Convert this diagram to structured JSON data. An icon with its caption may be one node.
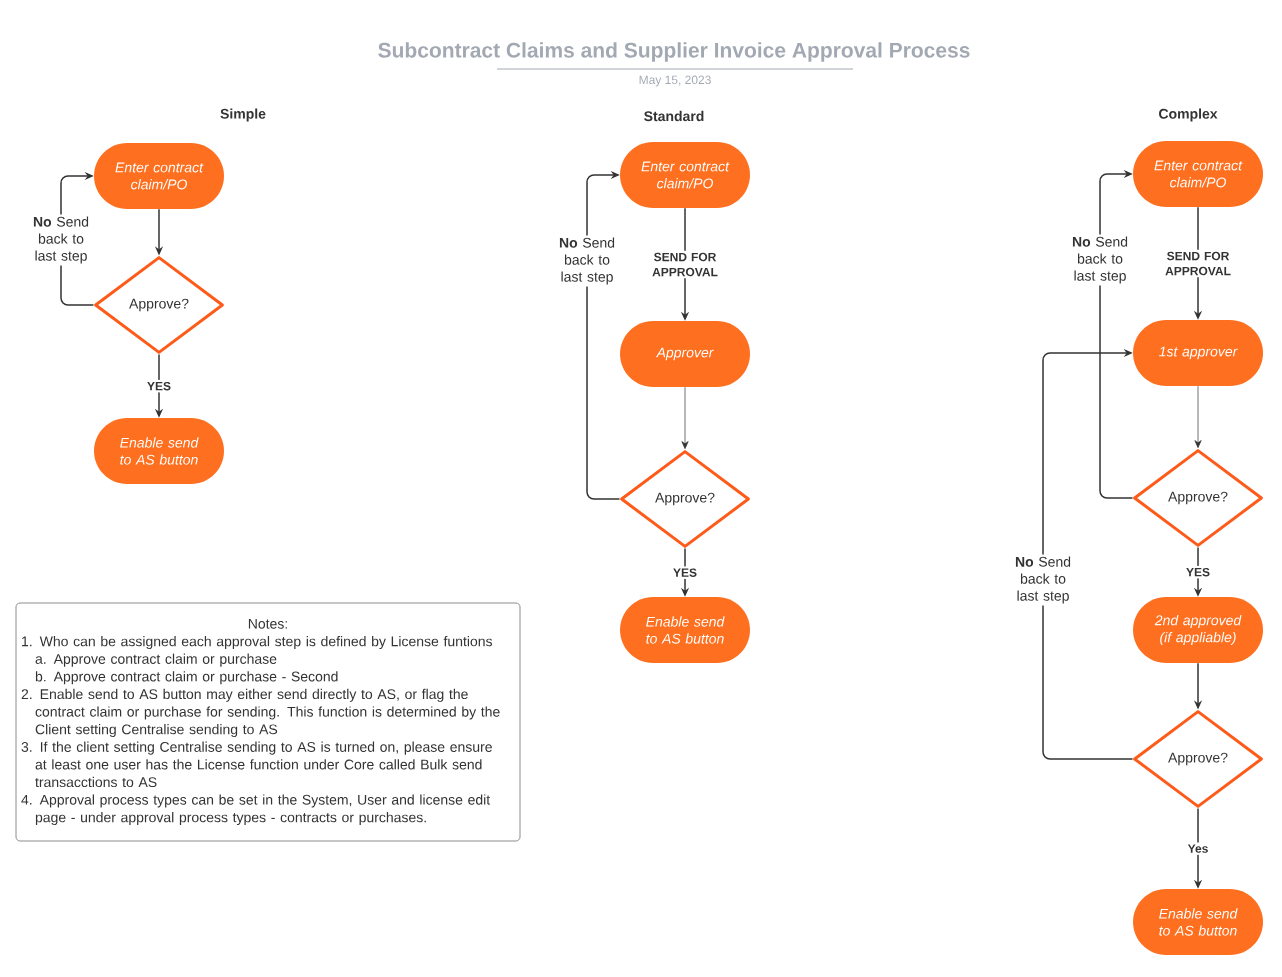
{
  "diagram": {
    "title": "Subcontract Claims and Supplier Invoice Approval Process",
    "nodes": [
      {
        "text": [
          "Enter contract claim/PO"
        ]
      },
      {
        "text": [
          "Approve?"
        ]
      },
      {
        "text": [
          "Enable send to AS button"
        ]
      },
      {
        "text": [
          "Enter contract claim/PO"
        ]
      },
      {
        "text": [
          "Approver"
        ]
      },
      {
        "text": [
          "Approve?"
        ]
      },
      {
        "text": [
          "Enable send to AS button"
        ]
      },
      {
        "text": [
          "Enter contract claim/PO"
        ]
      },
      {
        "text": [
          "1st approver"
        ]
      },
      {
        "text": [
          "Approve?"
        ]
      },
      {
        "text": [
          "2nd approved (if appliable)"
        ]
      },
      {
        "text": [
          "Approve?"
        ]
      },
      {
        "text": [
          "Enable send to AS button"
        ]
      },
      {
        "text": [
          "Notes:",
          "1.  Who can be assigned each approval step is defined by License funtions",
          "a.  Approve contract claim or purchase",
          "b. Approve contract claim or purchase - Second",
          "2.  Enable send to AS button may either send directly to AS, or flag the contract claim or purchase for sending. This function is determined by the Client setting Centralise sending to AS",
          "3. If the client setting Centralise sending to AS is turned on, please ensure at least one user has the License function under Core called Bulk send transacctions to AS",
          "4.  Approval process types can be set in the System, User and license edit page - under  approval process types - contracts or purchases."
        ]
      }
    ],
    "edges": [
      {
        "from": 0,
        "to": 1,
        "arrow": "to"
      },
      {
        "from": 1,
        "to": 2,
        "arrow": "to",
        "label": "YES"
      },
      {
        "from": 1,
        "to": 0,
        "arrow": "to",
        "label": "**No** Send back to last step"
      },
      {
        "from": 3,
        "to": 4,
        "arrow": "to",
        "label": "SEND FOR APPROVAL"
      },
      {
        "from": 4,
        "to": 5,
        "arrow": "to"
      },
      {
        "from": 5,
        "to": 6,
        "arrow": "to",
        "label": "YES"
      },
      {
        "from": 5,
        "to": 3,
        "arrow": "to",
        "label": "**No** Send back to last step"
      },
      {
        "from": 7,
        "to": 8,
        "arrow": "to",
        "label": "SEND FOR APPROVAL"
      },
      {
        "from": 8,
        "to": 9,
        "arrow": "to"
      },
      {
        "from": 9,
        "to": 10,
        "arrow": "to",
        "label": "YES"
      },
      {
        "from": 9,
        "to": 7,
        "arrow": "to",
        "label": "**No** Send back to last step"
      },
      {
        "from": 10,
        "to": 11,
        "arrow": "to"
      },
      {
        "from": 11,
        "to": 8,
        "arrow": "to",
        "label": "**No** Send back to last step"
      },
      {
        "from": 11,
        "to": 12,
        "arrow": "to",
        "label": "Yes"
      }
    ],
    "labels": [
      "May 15, 2023",
      "Simple",
      "Standard",
      "Complex"
    ]
  }
}
